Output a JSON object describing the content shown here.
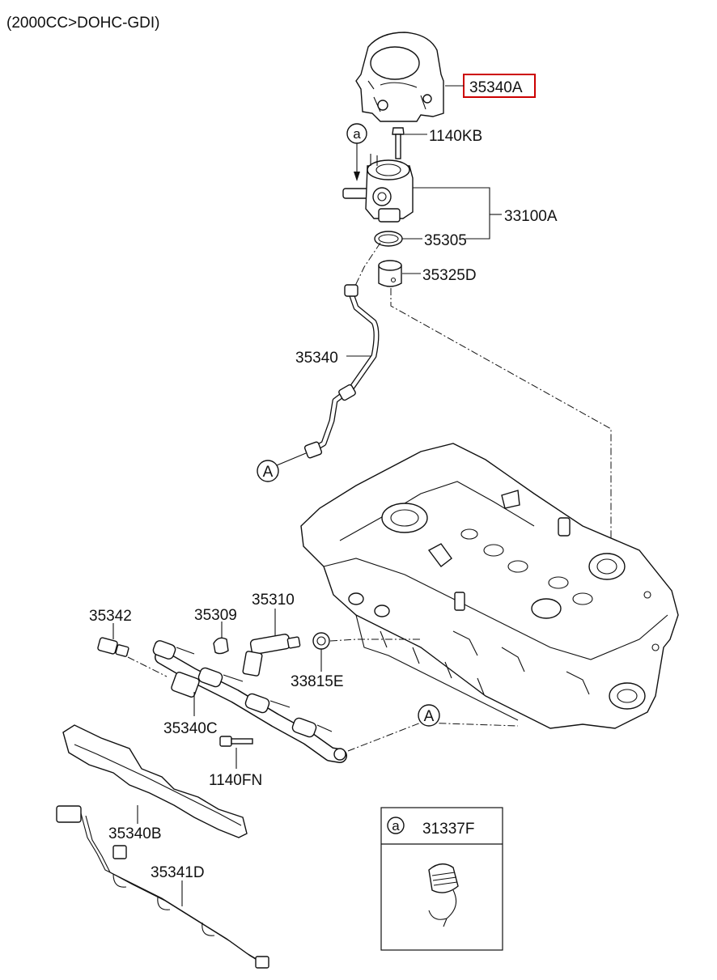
{
  "header": {
    "engine_spec": "(2000CC>DOHC-GDI)"
  },
  "highlight_color": "#cc0000",
  "callouts": {
    "p35340A": "35340A",
    "p1140KB": "1140KB",
    "p33100A": "33100A",
    "p35305": "35305",
    "p35325D": "35325D",
    "p35340": "35340",
    "p35342": "35342",
    "p35309": "35309",
    "p35310": "35310",
    "p33815E": "33815E",
    "p35340C": "35340C",
    "p1140FN": "1140FN",
    "p35340B": "35340B",
    "p35341D": "35341D"
  },
  "markers": {
    "small_a": "a",
    "big_A": "A"
  },
  "inset": {
    "marker": "a",
    "part": "31337F"
  }
}
